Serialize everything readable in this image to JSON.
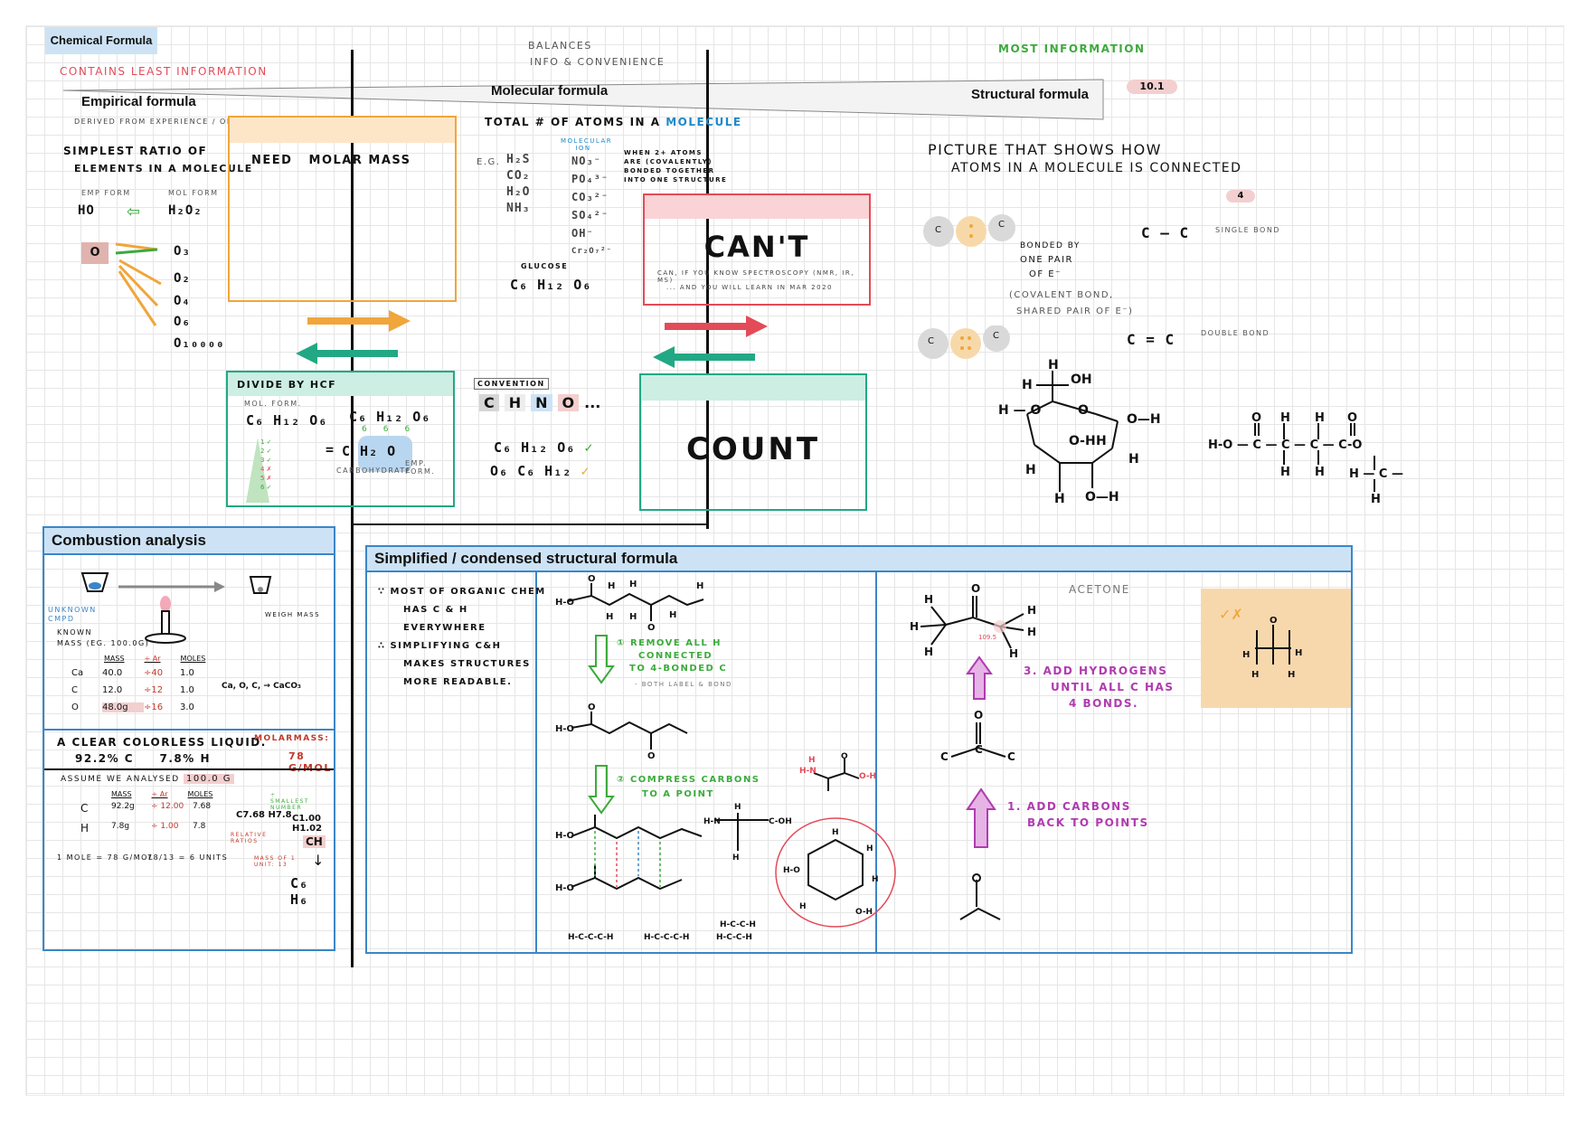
{
  "header": {
    "label": "Chemical Formula",
    "least": "CONTAINS LEAST INFORMATION",
    "balances_1": "BALANCES",
    "balances_2": "INFO & CONVENIENCE",
    "most": "MOST INFORMATION",
    "empirical": "Empirical formula",
    "molecular": "Molecular formula",
    "structural": "Structural formula",
    "page_ref": "10.1"
  },
  "empirical": {
    "derived": "DERIVED FROM EXPERIENCE / OBS",
    "def_1": "SIMPLEST RATIO OF",
    "def_2": "ELEMENTS IN A MOLECULE",
    "emp_form": "EMP FORM",
    "mol_form": "MOL FORM",
    "ho": "HO",
    "h2o2": "H₂O₂",
    "o": "O",
    "o3": "O₃",
    "o2": "O₂",
    "o4": "O₄",
    "o6": "O₆",
    "o10000": "O₁₀₀₀₀"
  },
  "need_box": {
    "text": "NEED   MOLAR MASS"
  },
  "molecular": {
    "total_1": "TOTAL # OF ATOMS IN A",
    "total_2": "MOLECULE",
    "eg": "E.G.",
    "examples": [
      "H₂S",
      "CO₂",
      "H₂O",
      "NH₃"
    ],
    "ion_label": "MOLECULAR ION",
    "ions": [
      "NO₃⁻",
      "PO₄³⁻",
      "CO₃²⁻",
      "SO₄²⁻",
      "OH⁻",
      "Cr₂O₇²⁻"
    ],
    "when_1": "WHEN 2+ ATOMS",
    "when_2": "ARE (COVALENTLY)",
    "when_3": "BONDED TOGETHER",
    "when_4": "INTO ONE STRUCTURE",
    "glucose": "GLUCOSE",
    "glucose_formula": "C₆ H₁₂ O₆"
  },
  "cant_box": {
    "title": "CAN'T",
    "line_1": "CAN, IF YOU KNOW SPECTROSCOPY (NMR, IR, MS)",
    "line_2": "... AND YOU WILL LEARN IN MAR 2020"
  },
  "divide_box": {
    "title": "DIVIDE BY HCF",
    "mol_form": "MOL. FORM.",
    "c6h12o6": "C₆ H₁₂ O₆",
    "c6h12o6_frac": "C₆ H₁₂ O₆",
    "den": "6",
    "equals": "=",
    "ch2o": "C H₂ O",
    "carbohydrate": "CARBOHYDRATE",
    "emp_form": "EMP. FORM.",
    "checks": [
      "1 ✓",
      "2 ✓",
      "3 ✓",
      "4 ✗",
      "5 ✗",
      "6 ✓"
    ]
  },
  "convention": {
    "label": "CONVENTION",
    "letters": [
      "C",
      "H",
      "N",
      "O",
      "..."
    ],
    "right": "C₆ H₁₂ O₆",
    "wrong": "O₆ C₆ H₁₂"
  },
  "count_box": {
    "title": "COUNT"
  },
  "structural": {
    "picture_1": "PICTURE THAT SHOWS HOW",
    "picture_2": "ATOMS IN A MOLECULE IS CONNECTED",
    "tag_4": "4",
    "c": "C",
    "single": "C — C",
    "single_label": "SINGLE BOND",
    "bonded_1": "BONDED BY",
    "bonded_2": "ONE PAIR",
    "bonded_3": "OF e⁻",
    "covalent_1": "(COVALENT BOND,",
    "covalent_2": "SHARED PAIR of e⁻)",
    "double": "C = C",
    "double_label": "DOUBLE BOND"
  },
  "combustion": {
    "title": "Combustion analysis",
    "unknown_1": "UNKNOWN",
    "unknown_2": "CMPD",
    "known_1": "KNOWN",
    "known_2": "MASS (eg. 100.0g)",
    "weigh": "WEIGH MASS",
    "cols": [
      "MASS",
      "÷ Ar",
      "MOLES"
    ],
    "rows": [
      [
        "Ca",
        "40.0",
        "÷40",
        "1.0"
      ],
      [
        "C",
        "12.0",
        "÷12",
        "1.0"
      ],
      [
        "O",
        "48.0g",
        "÷16",
        "3.0"
      ]
    ],
    "result": "Ca, O, C, → CaCO₃",
    "liquid_1": "A CLEAR COLORLESS LIQUID.",
    "liquid_2": "92.2% C     7.8% H",
    "molar_mass": "MOLARMASS:",
    "molar_value": "78 g/mol",
    "assume": "ASSUME WE ANALYSED",
    "assume_value": "100.0 g",
    "cols2": [
      "MASS",
      "÷ Ar",
      "MOLES"
    ],
    "rows2": [
      [
        "C",
        "92.2g",
        "÷ 12.00",
        "7.68"
      ],
      [
        "H",
        "7.8g",
        "÷ 1.00",
        "7.8"
      ]
    ],
    "ratio": "C7.68 H7.8",
    "relative": "RELATIVE RATIOS",
    "smallest": "÷ SMALLEST NUMBER",
    "c1h1": "C1.00 H1.02",
    "ch": "CH",
    "mass_unit": "MASS OF 1 UNIT: 13",
    "one_mole": "1 MOLE = 78 g/mol",
    "frac": "78/13 = 6 UNITS",
    "c6h6": "C₆ H₆"
  },
  "simplified": {
    "title": "Simplified / condensed structural formula",
    "most_1": "∵ MOST OF ORGANIC CHEM",
    "most_2": "HAS C & H",
    "most_3": "EVERYWHERE",
    "simp_1": "∴ SIMPLIFYING C&H",
    "simp_2": "MAKES STRUCTURES",
    "simp_3": "MORE READABLE.",
    "step1_1": "① REMOVE ALL H",
    "step1_2": "CONNECTED",
    "step1_3": "TO 4-BONDED C",
    "step1_4": "- BOTH LABEL & BOND",
    "step2_1": "② COMPRESS CARBONS",
    "step2_2": "TO A POINT",
    "acetone": "ACETONE",
    "angle": "109.5",
    "add_h_1": "3. ADD HYDROGENS",
    "add_h_2": "UNTIL ALL C HAS",
    "add_h_3": "4 BONDS.",
    "add_c_1": "1. ADD CARBONS",
    "add_c_2": "BACK TO POINTS"
  },
  "colors": {
    "orange": "#f0a63a",
    "green": "#22a884",
    "red": "#e34b58",
    "blue_box": "#cde3f5",
    "purple": "#b03bb0"
  }
}
